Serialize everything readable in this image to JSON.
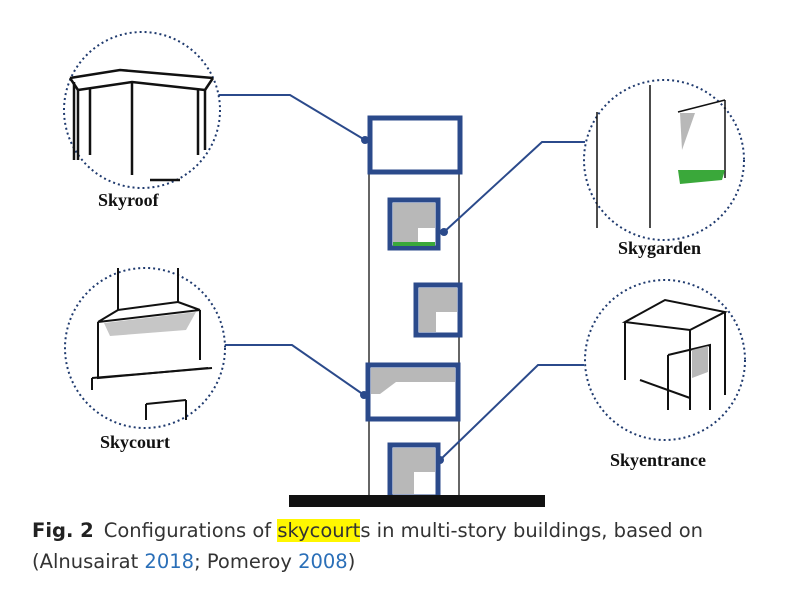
{
  "labels": {
    "skyroof": "Skyroof",
    "skygarden": "Skygarden",
    "skycourt": "Skycourt",
    "skyentrance": "Skyentrance"
  },
  "caption": {
    "fig_number": "Fig. 2",
    "text_before": "Configurations of ",
    "highlight": "skycourt",
    "text_after_1": "s in multi-story buildings, based on (Alnusairat ",
    "ref1": "2018",
    "text_after_2": "; Pomeroy ",
    "ref2": "2008",
    "text_after_3": ")"
  },
  "colors": {
    "frame": "#2b4a8b",
    "recess": "#b8b8b8",
    "grass": "#3aa83a",
    "ground": "#111111",
    "highlight": "#fff700",
    "link": "#2a6fb8"
  }
}
